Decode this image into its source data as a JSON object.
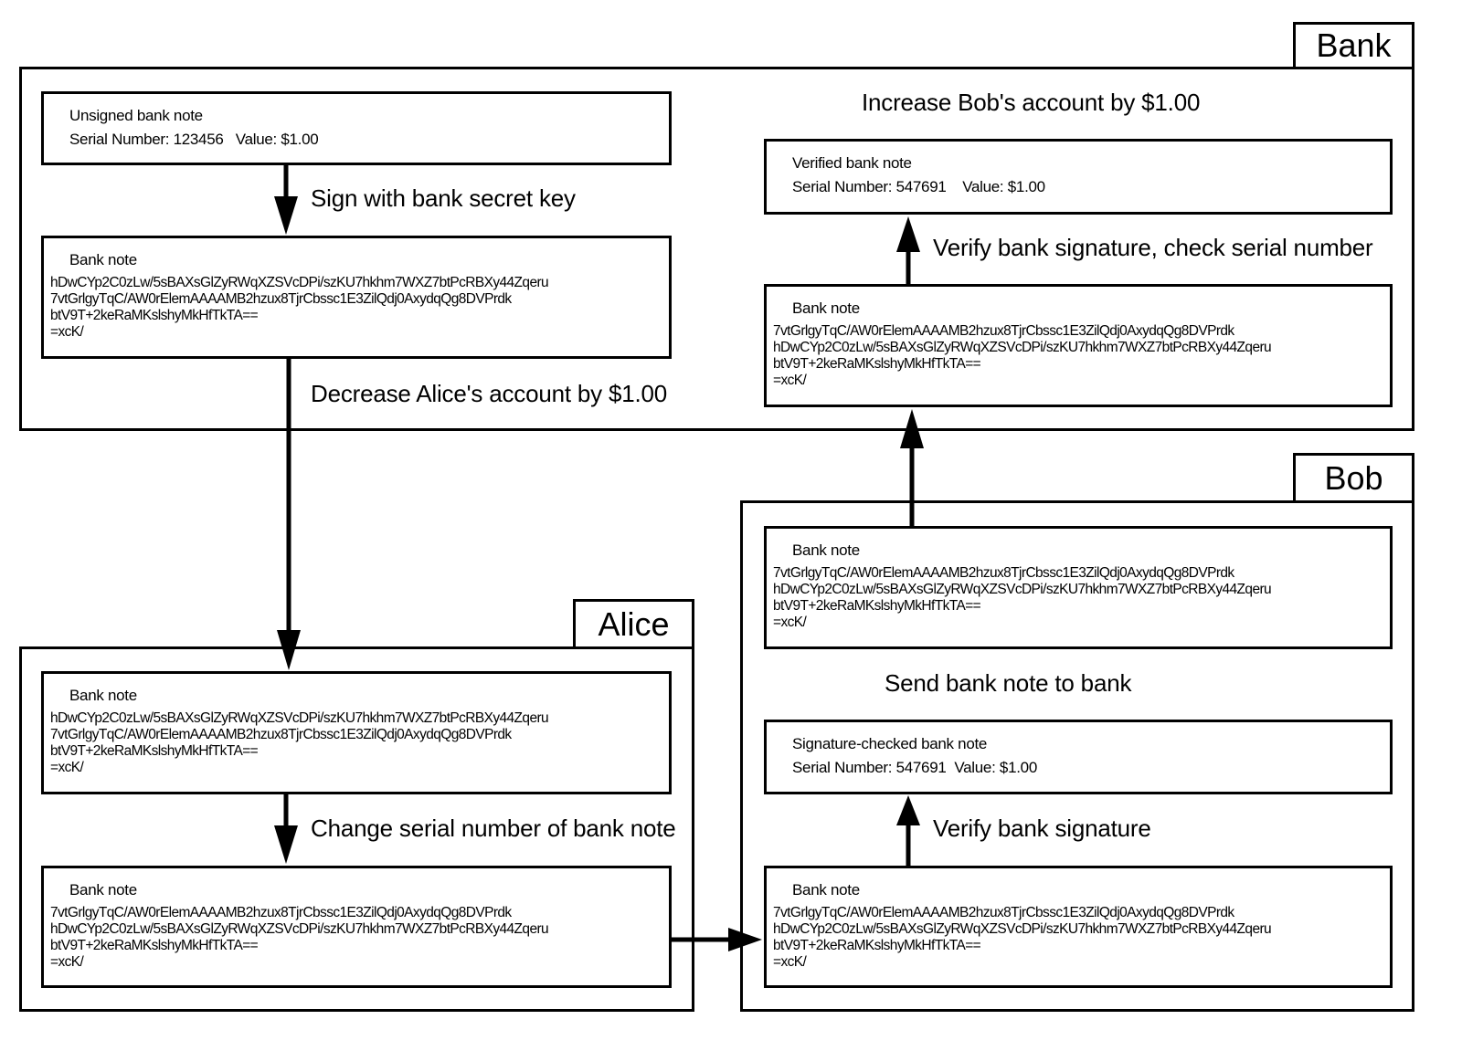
{
  "regions": {
    "bank": "Bank",
    "alice": "Alice",
    "bob": "Bob"
  },
  "labels": {
    "sign": "Sign with bank secret key",
    "decrease": "Decrease Alice's account by $1.00",
    "increase": "Increase Bob's account by $1.00",
    "verify_check": "Verify bank signature, check serial number",
    "change_serial": "Change serial number of bank note",
    "send": "Send bank note to bank",
    "verify": "Verify bank signature"
  },
  "notes": {
    "unsigned": {
      "title": "Unsigned bank note",
      "serial": "Serial Number: 123456   Value: $1.00"
    },
    "bank_signed": {
      "title": "Bank note",
      "code": "hDwCYp2C0zLw/5sBAXsGlZyRWqXZSVcDPi/szKU7hkhm7WXZ7btPcRBXy44Zqeru\n7vtGrlgyTqC/AW0rElemAAAAMB2hzux8TjrCbssc1E3ZilQdj0AxydqQg8DVPrdk\nbtV9T+2keRaMKslshyMkHfTkTA==\n=xcK/"
    },
    "alice_received": {
      "title": "Bank note",
      "code": "hDwCYp2C0zLw/5sBAXsGlZyRWqXZSVcDPi/szKU7hkhm7WXZ7btPcRBXy44Zqeru\n7vtGrlgyTqC/AW0rElemAAAAMB2hzux8TjrCbssc1E3ZilQdj0AxydqQg8DVPrdk\nbtV9T+2keRaMKslshyMkHfTkTA==\n=xcK/"
    },
    "alice_changed": {
      "title": "Bank note",
      "code": "7vtGrlgyTqC/AW0rElemAAAAMB2hzux8TjrCbssc1E3ZilQdj0AxydqQg8DVPrdk\nhDwCYp2C0zLw/5sBAXsGlZyRWqXZSVcDPi/szKU7hkhm7WXZ7btPcRBXy44Zqeru\nbtV9T+2keRaMKslshyMkHfTkTA==\n=xcK/"
    },
    "bob_received": {
      "title": "Bank note",
      "code": "7vtGrlgyTqC/AW0rElemAAAAMB2hzux8TjrCbssc1E3ZilQdj0AxydqQg8DVPrdk\nhDwCYp2C0zLw/5sBAXsGlZyRWqXZSVcDPi/szKU7hkhm7WXZ7btPcRBXy44Zqeru\nbtV9T+2keRaMKslshyMkHfTkTA==\n=xcK/"
    },
    "bob_checked": {
      "title": "Signature-checked bank note",
      "serial": "Serial Number: 547691  Value: $1.00"
    },
    "bob_sent": {
      "title": "Bank note",
      "code": "7vtGrlgyTqC/AW0rElemAAAAMB2hzux8TjrCbssc1E3ZilQdj0AxydqQg8DVPrdk\nhDwCYp2C0zLw/5sBAXsGlZyRWqXZSVcDPi/szKU7hkhm7WXZ7btPcRBXy44Zqeru\nbtV9T+2keRaMKslshyMkHfTkTA==\n=xcK/"
    },
    "bank_received": {
      "title": "Bank note",
      "code": "7vtGrlgyTqC/AW0rElemAAAAMB2hzux8TjrCbssc1E3ZilQdj0AxydqQg8DVPrdk\nhDwCYp2C0zLw/5sBAXsGlZyRWqXZSVcDPi/szKU7hkhm7WXZ7btPcRBXy44Zqeru\nbtV9T+2keRaMKslshyMkHfTkTA==\n=xcK/"
    },
    "bank_verified": {
      "title": "Verified bank note",
      "serial": "Serial Number: 547691    Value: $1.00"
    }
  }
}
